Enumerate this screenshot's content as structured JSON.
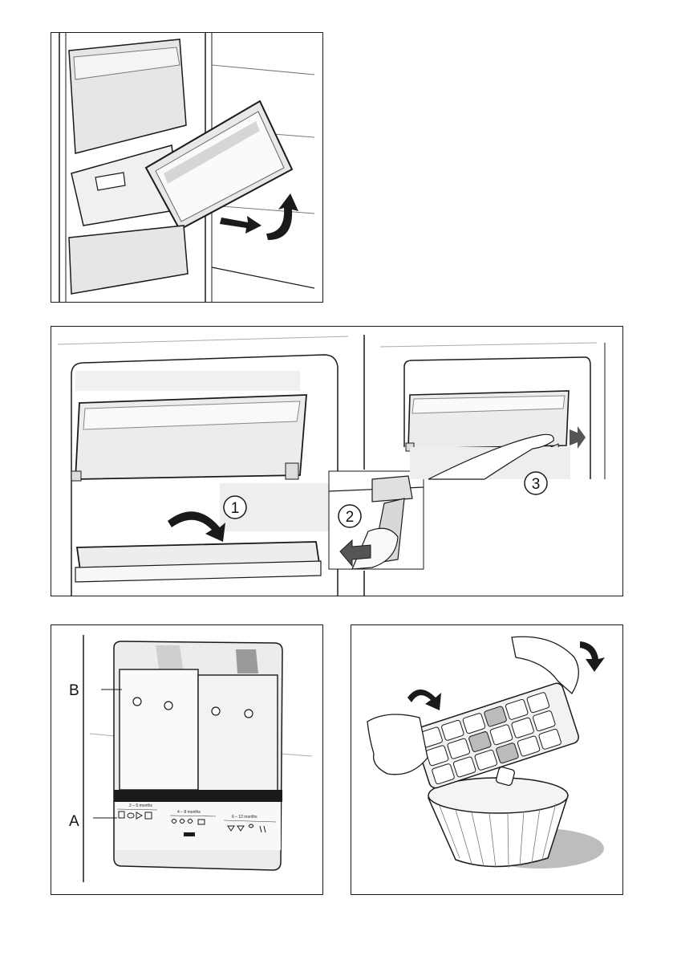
{
  "figure_drawers": {
    "arrows": [
      "pull-out-arrow",
      "lift-up-arrow"
    ]
  },
  "figure_shelf": {
    "steps": [
      "1",
      "2",
      "3"
    ]
  },
  "figure_calendar": {
    "label_b": "B",
    "label_a": "A",
    "periods": [
      "2 – 6 months",
      "4 – 8 months",
      "6 – 12 months"
    ]
  },
  "figure_ice_tray": {
    "arrows": [
      "twist-left-arrow",
      "twist-right-arrow"
    ]
  },
  "colors": {
    "line": "#1a1a1a",
    "light_gray": "#e6e6e6",
    "mid_gray": "#bdbdbd",
    "dark_gray": "#6e6e6e"
  }
}
